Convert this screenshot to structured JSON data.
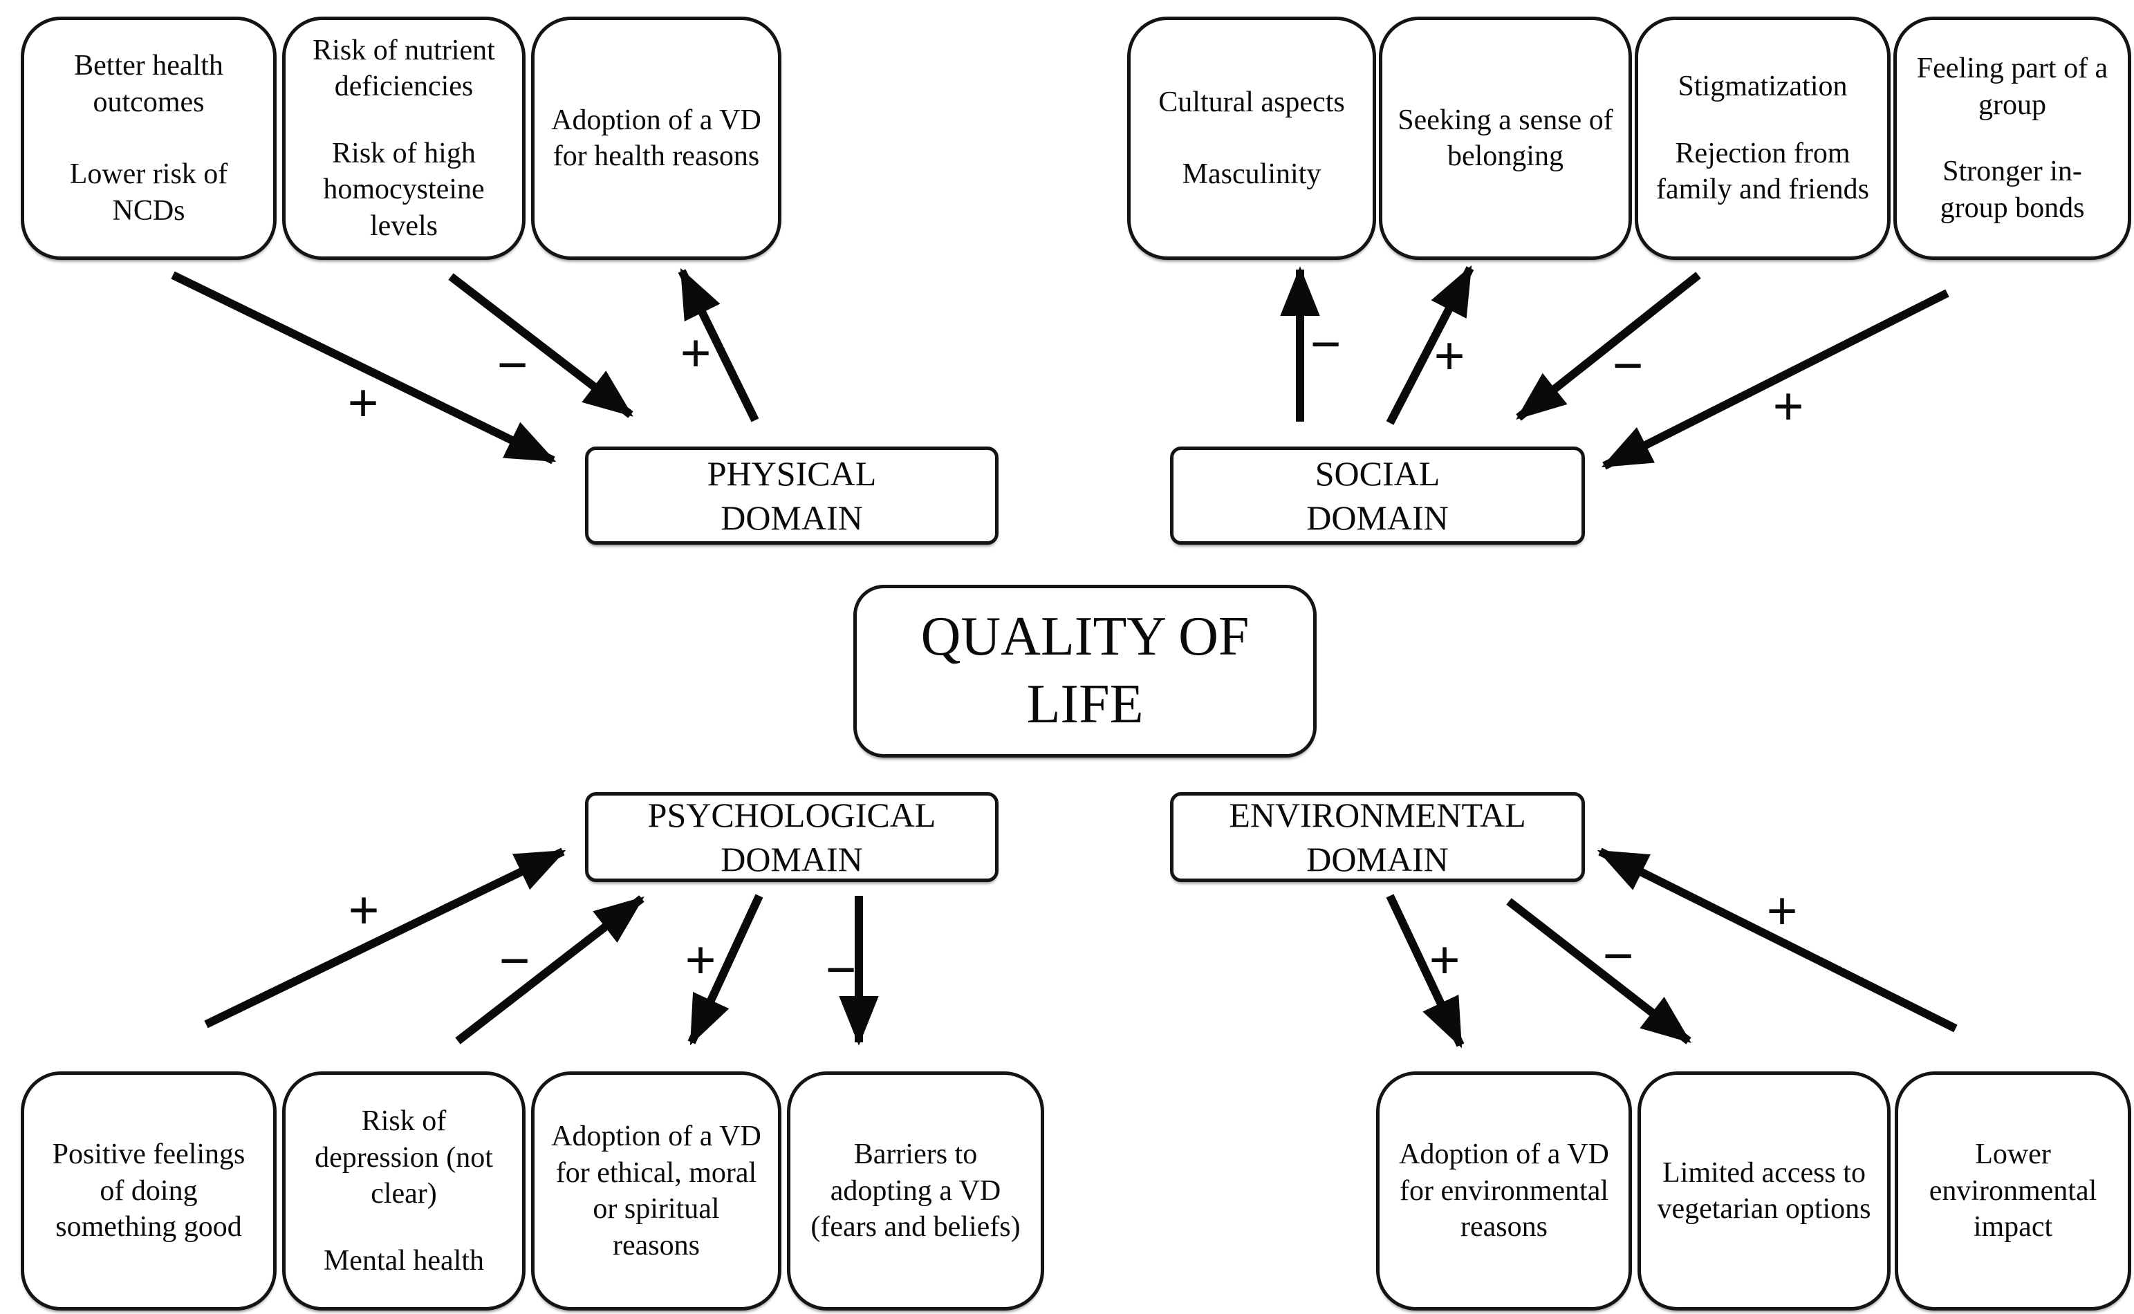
{
  "center": {
    "line1": "QUALITY OF",
    "line2": "LIFE"
  },
  "domains": {
    "physical": {
      "line1": "PHYSICAL",
      "line2": "DOMAIN"
    },
    "social": {
      "line1": "SOCIAL",
      "line2": "DOMAIN"
    },
    "psychological": {
      "line1": "PSYCHOLOGICAL",
      "line2": "DOMAIN"
    },
    "environmental": {
      "line1": "ENVIRONMENTAL",
      "line2": "DOMAIN"
    }
  },
  "factors": {
    "better_health": {
      "lines": [
        "Better health outcomes",
        "Lower risk of NCDs"
      ]
    },
    "nutrient_risks": {
      "lines": [
        "Risk of nutrient deficiencies",
        "Risk of high homocysteine levels"
      ]
    },
    "vd_health": {
      "lines": [
        "Adoption of a VD for health reasons"
      ]
    },
    "cultural": {
      "lines": [
        "Cultural aspects",
        "Masculinity"
      ]
    },
    "belonging": {
      "lines": [
        "Seeking a sense of belonging"
      ]
    },
    "stigmatization": {
      "lines": [
        "Stigmatization",
        "Rejection from family and friends"
      ]
    },
    "group_belonging": {
      "lines": [
        "Feeling part of a group",
        "Stronger in-group bonds"
      ]
    },
    "positive_feelings": {
      "lines": [
        "Positive feelings of doing something good"
      ]
    },
    "depression_risk": {
      "lines": [
        "Risk of depression (not clear)",
        "Mental health"
      ]
    },
    "vd_ethical": {
      "lines": [
        "Adoption of a VD for ethical, moral or spiritual reasons"
      ]
    },
    "vd_barriers": {
      "lines": [
        "Barriers to adopting a VD (fears and beliefs)"
      ]
    },
    "vd_environmental": {
      "lines": [
        "Adoption of a VD for environmental reasons"
      ]
    },
    "limited_access": {
      "lines": [
        "Limited access to vegetarian options"
      ]
    },
    "lower_impact": {
      "lines": [
        "Lower environmental impact"
      ]
    }
  },
  "signs": {
    "better_health_to_physical": "+",
    "nutrient_to_physical": "−",
    "physical_to_vd_health": "+",
    "social_to_cultural": "−",
    "social_to_belonging": "+",
    "stigma_to_social": "−",
    "group_to_social": "+",
    "positive_to_psych": "+",
    "depression_to_psych": "−",
    "psych_to_vd_ethical": "+",
    "psych_to_barriers": "−",
    "env_to_vd_environmental": "+",
    "env_to_limited_access": "−",
    "impact_to_env": "+"
  },
  "colors": {
    "ink": "#0a0a0a",
    "background": "#ffffff"
  }
}
